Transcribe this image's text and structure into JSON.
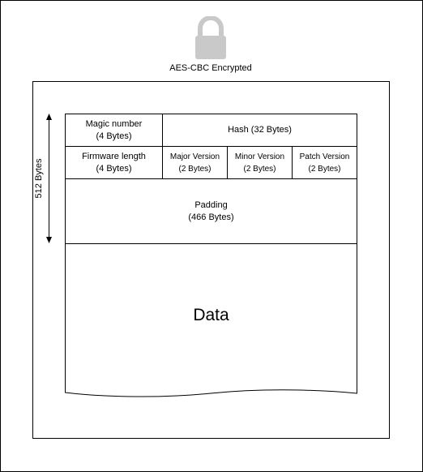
{
  "lock": {
    "icon": "lock-icon",
    "label": "AES-CBC Encrypted",
    "color": "#c9c9c9"
  },
  "dimension": {
    "label": "512 Bytes"
  },
  "header": {
    "magic": {
      "name": "Magic number",
      "size": "(4 Bytes)"
    },
    "hash": {
      "label": "Hash (32 Bytes)"
    },
    "firmware_length": {
      "name": "Firmware length",
      "size": "(4 Bytes)"
    },
    "major_version": {
      "name": "Major Version",
      "size": "(2 Bytes)"
    },
    "minor_version": {
      "name": "Minor Version",
      "size": "(2 Bytes)"
    },
    "patch_version": {
      "name": "Patch Version",
      "size": "(2 Bytes)"
    },
    "padding": {
      "name": "Padding",
      "size": "(466 Bytes)"
    }
  },
  "data_block": {
    "label": "Data"
  }
}
